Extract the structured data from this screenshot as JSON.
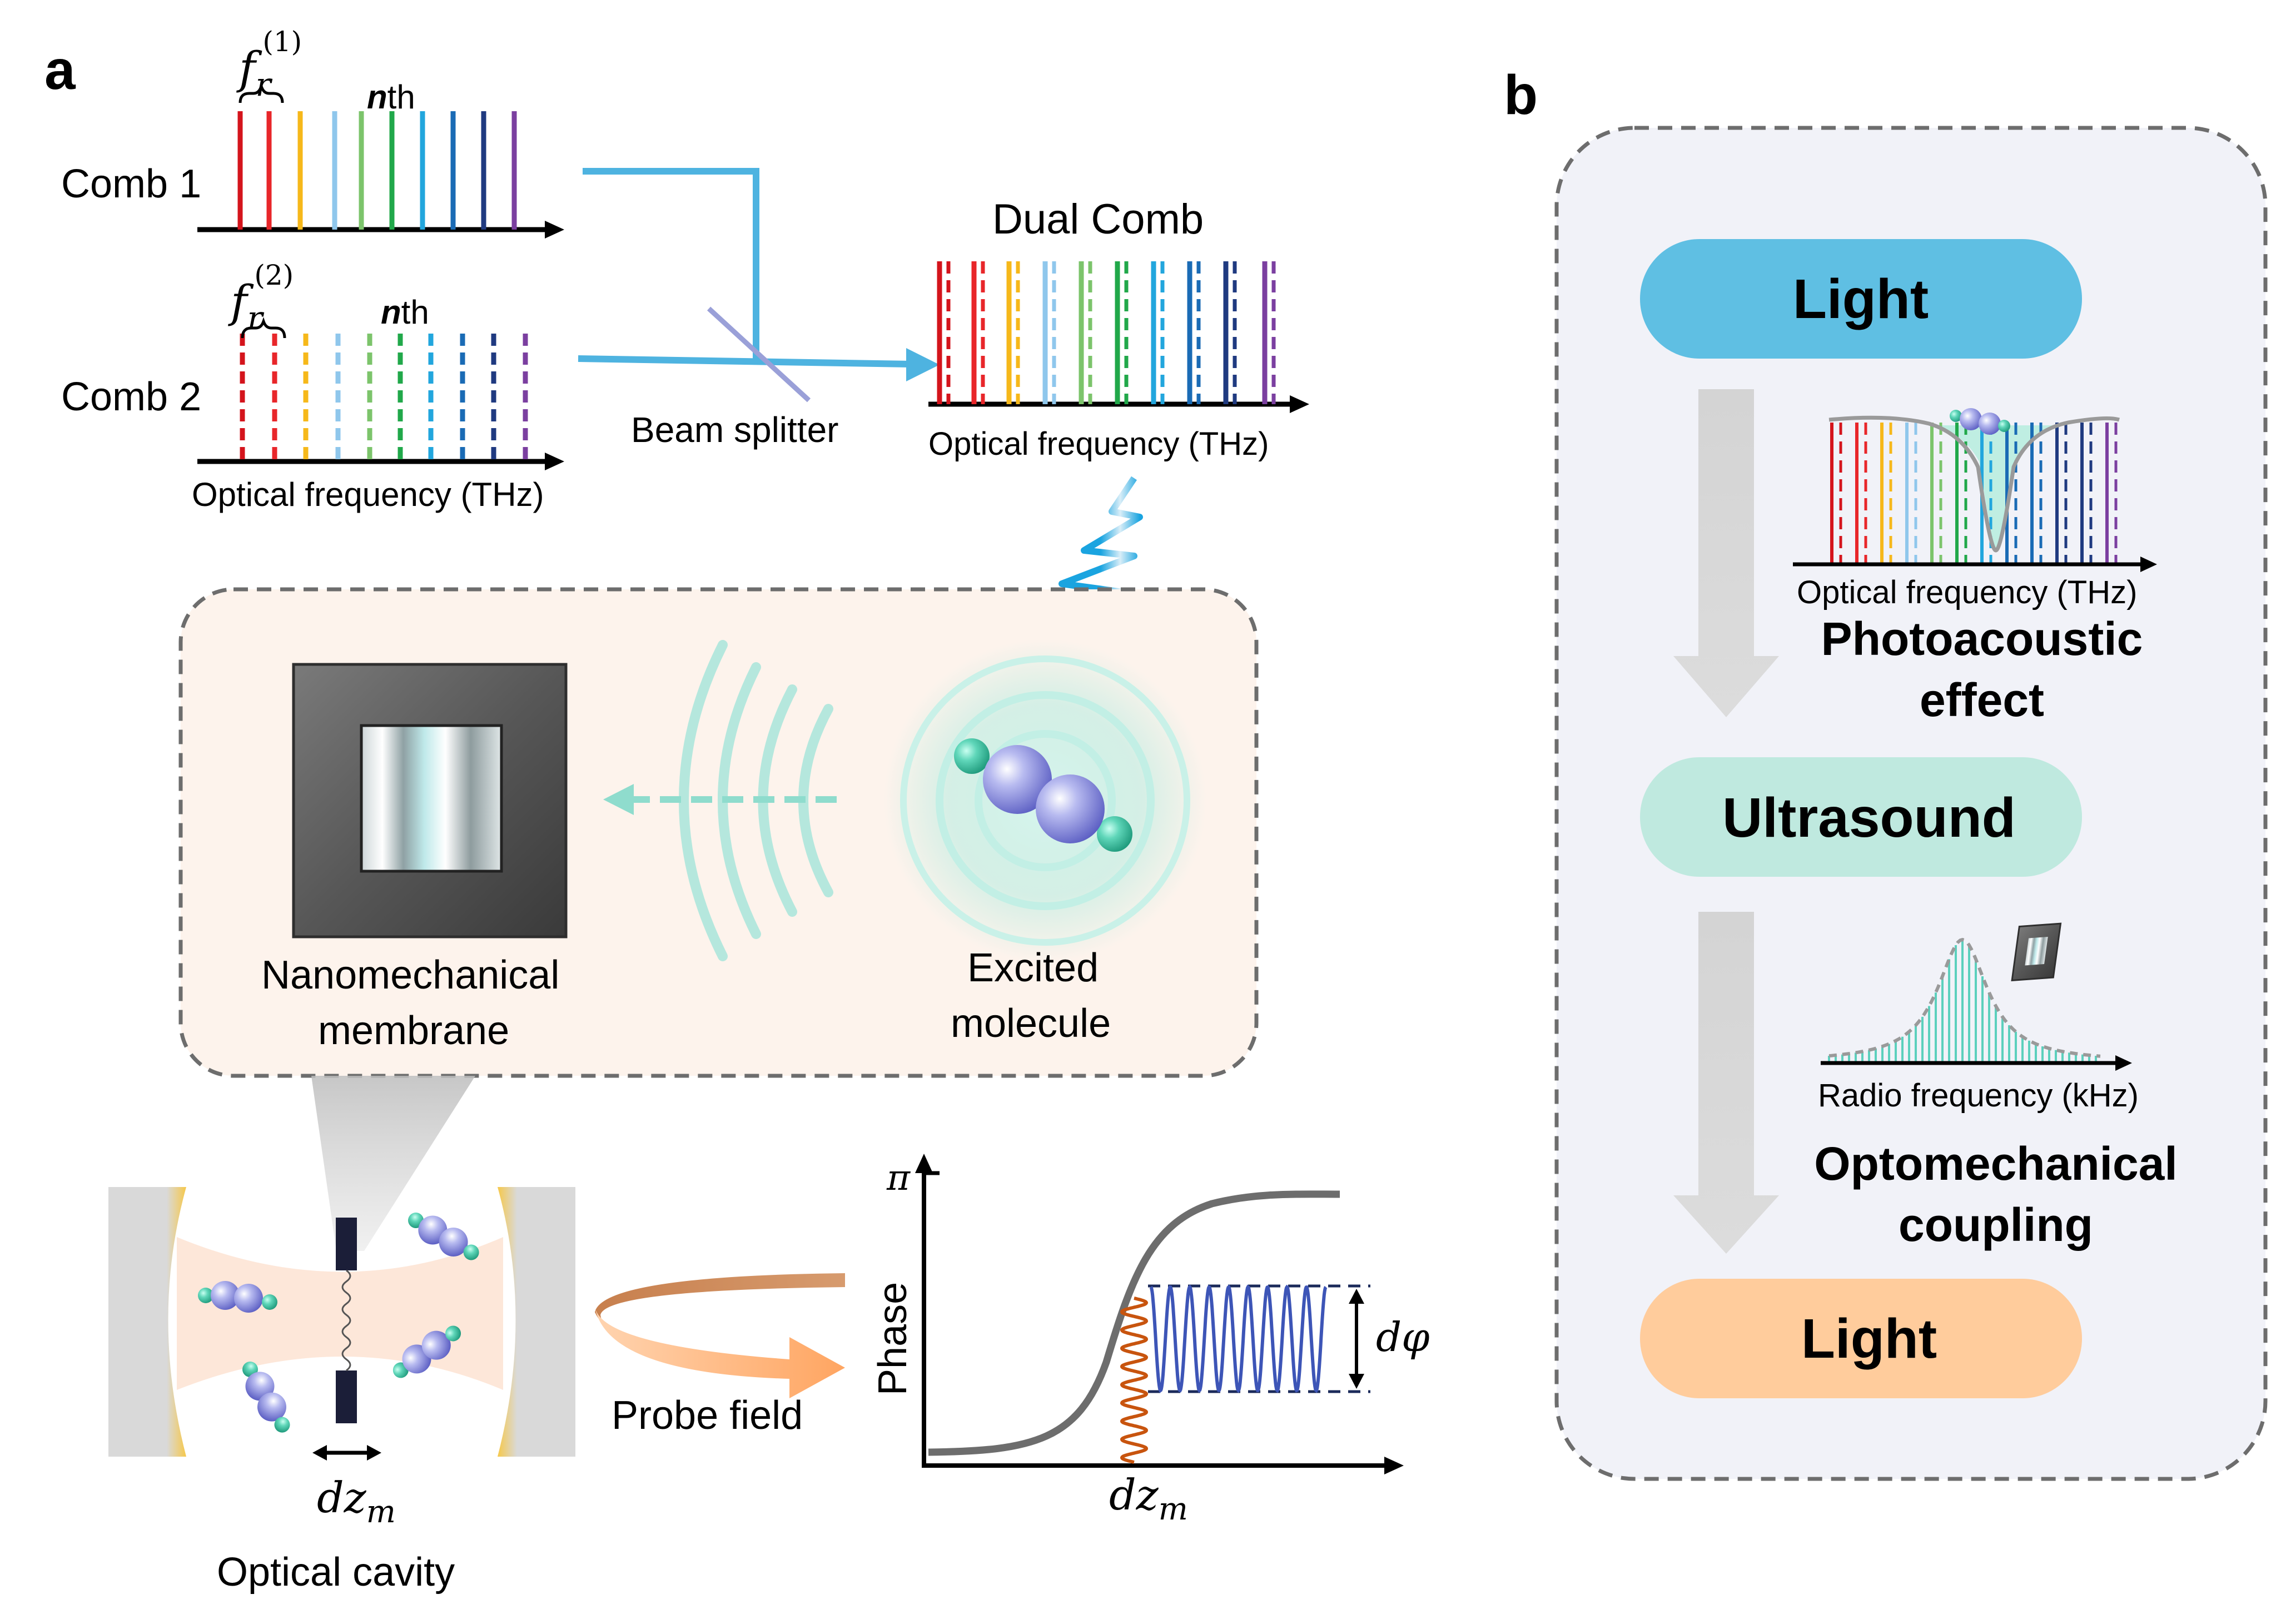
{
  "panel_a": {
    "label": "a",
    "comb1": {
      "label": "Comb 1",
      "rep_rate_base": "f",
      "rep_rate_sub": "r",
      "rep_rate_sup": "(1)",
      "nth_prefix": "n",
      "nth_suffix": "th"
    },
    "comb2": {
      "label": "Comb 2",
      "rep_rate_base": "f",
      "rep_rate_sub": "r",
      "rep_rate_sup": "(2)",
      "nth_prefix": "n",
      "nth_suffix": "th"
    },
    "comb_axis_label": "Optical frequency (THz)",
    "beam_splitter_label": "Beam splitter",
    "dual_comb": {
      "title": "Dual Comb",
      "axis_label": "Optical frequency (THz)"
    },
    "membrane_label_line1": "Nanomechanical",
    "membrane_label_line2": "membrane",
    "molecule_label_line1": "Excited",
    "molecule_label_line2": "molecule",
    "displacement_label_base": "dz",
    "displacement_label_sub": "m",
    "cavity_label": "Optical cavity",
    "probe_label": "Probe field",
    "phase_plot": {
      "y_label": "Phase",
      "y_tick": "π",
      "x_label_base": "dz",
      "x_label_sub": "m",
      "dphi_label": "dφ"
    }
  },
  "panel_b": {
    "label": "b",
    "box_light_top": "Light",
    "effect1_line1": "Photoacoustic",
    "effect1_line2": "effect",
    "spectrum_axis_label": "Optical frequency (THz)",
    "box_ultrasound": "Ultrasound",
    "rf_axis_label": "Radio frequency (kHz)",
    "effect2_line1": "Optomechanical",
    "effect2_line2": "coupling",
    "box_light_bottom": "Light"
  },
  "colors": {
    "comb_lines": [
      "#d4141c",
      "#e8262a",
      "#f6b81a",
      "#8fc7ec",
      "#7cc46b",
      "#21a84a",
      "#22a6dd",
      "#1a6bb5",
      "#1f3a80",
      "#7b3fa0"
    ],
    "beam_blue": "#4eb3e0",
    "light_box": "#5fbfe3",
    "ultrasound_box": "#bfe9df",
    "light_box_bottom": "#ffcc9c",
    "panel_b_background": "#f1f2f8",
    "panel_a_inset_background": "#fdf3ec",
    "phase_curve": "#6d6d6d",
    "phase_osc": "#3d55b7",
    "drive_osc": "#c8540e",
    "membrane_dark": "#4a4a4a",
    "teal": "#5cd0bd",
    "molecule_blue": "#8c8fdc"
  }
}
